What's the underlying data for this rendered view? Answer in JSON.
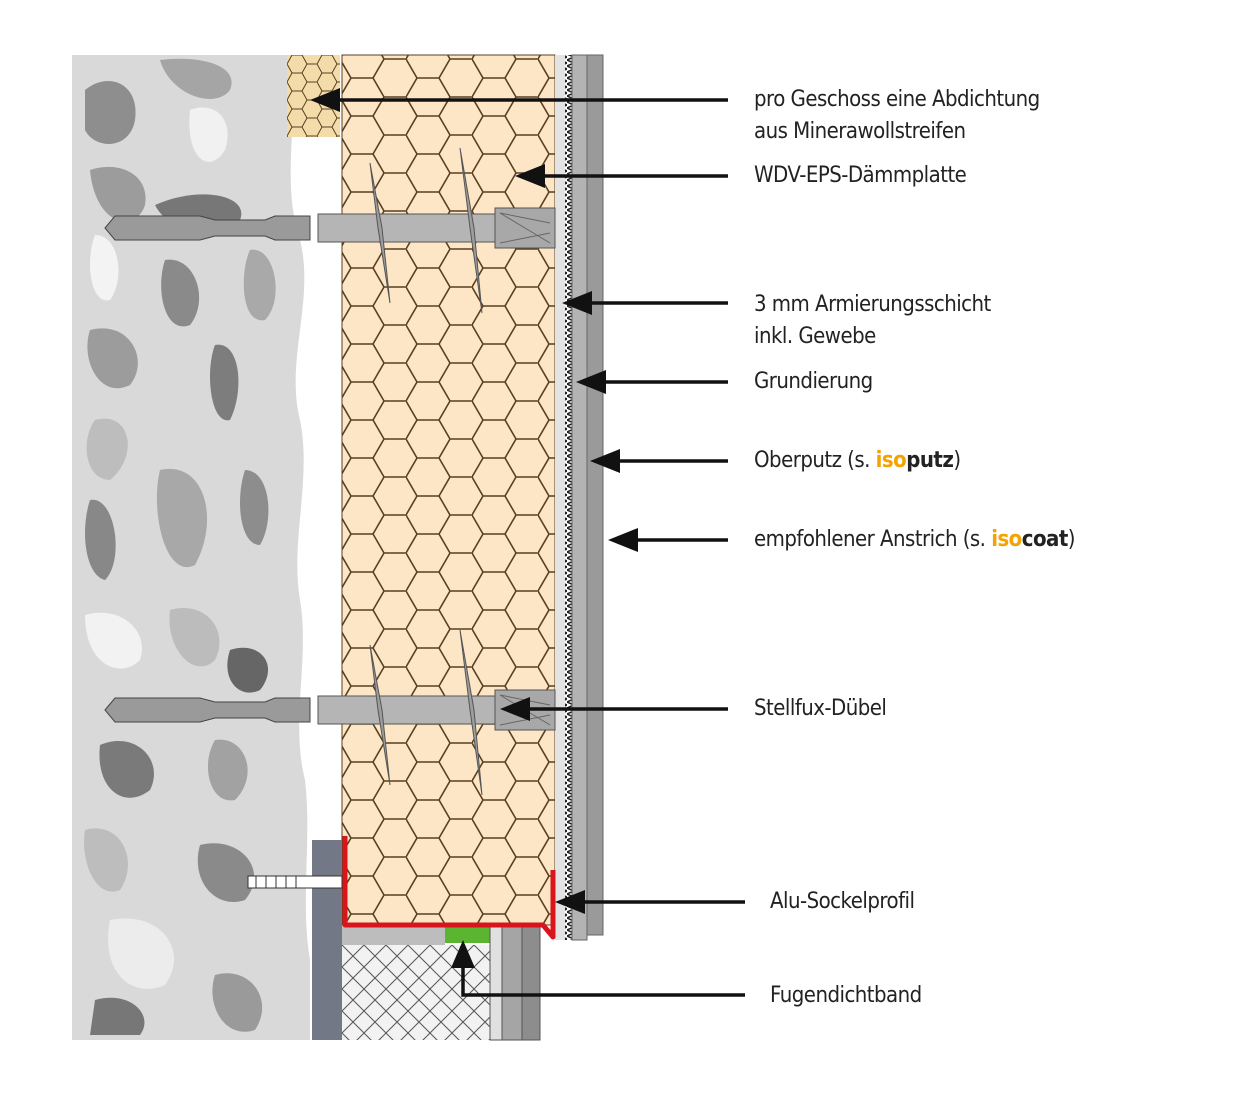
{
  "labels": {
    "abdichtung_1": "pro Geschoss eine Abdichtung",
    "abdichtung_2": "aus Minerawollstreifen",
    "daemmplatte": "WDV-EPS-Dämmplatte",
    "armierung_1": "3 mm Armierungsschicht",
    "armierung_2": "inkl. Gewebe",
    "grundierung": "Grundierung",
    "oberputz_pre": "Oberputz (s. ",
    "oberputz_brand_a": "iso",
    "oberputz_brand_b": "putz",
    "oberputz_post": ")",
    "anstrich_pre": "empfohlener Anstrich (s. ",
    "anstrich_brand_a": "iso",
    "anstrich_brand_b": "coat",
    "anstrich_post": ")",
    "duebel": "Stellfux-Dübel",
    "sockelprofil": "Alu-Sockelprofil",
    "fugendichtband": "Fugendichtband"
  },
  "colors": {
    "brand": "#f5a300",
    "insulation": "#fde6c6",
    "profile": "#d9141b",
    "sealing_tape": "#5bb531"
  }
}
